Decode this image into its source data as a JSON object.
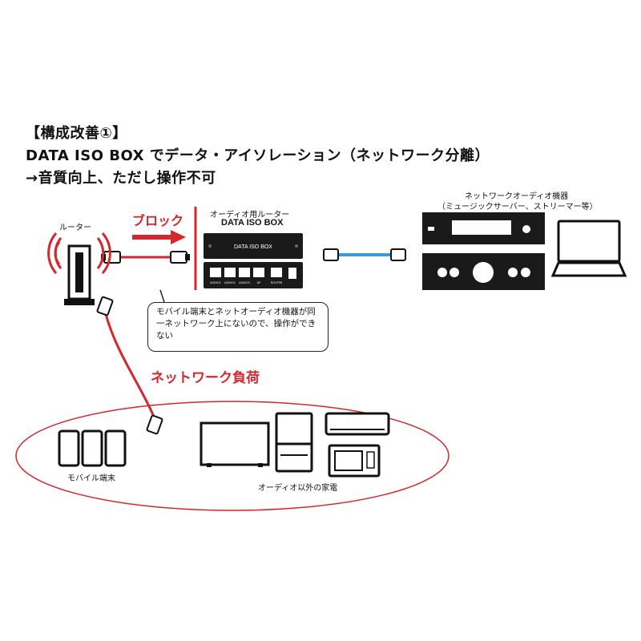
{
  "header": {
    "line1": "【構成改善①】",
    "line2": "DATA ISO BOX でデータ・アイソレーション（ネットワーク分離）",
    "line3": "→音質向上、ただし操作不可"
  },
  "router": {
    "label": "ルーター"
  },
  "block_label": "ブロック",
  "audio_router": {
    "label": "オーディオ用ルーター",
    "name": "DATA ISO BOX",
    "front_text": "DATA ISO BOX",
    "port_labels": [
      "AUDIO1",
      "AUDIO2",
      "AUDIO3",
      "AP",
      "ROUTER"
    ]
  },
  "network_audio": {
    "label": "ネットワークオーディオ機器",
    "sublabel": "（ミュージックサーバー、ストリーマー等）"
  },
  "bubble_text": "モバイル端末とネットオーディオ機器が同一ネットワーク上にないので、操作ができない",
  "network_load_label": "ネットワーク負荷",
  "mobile_label": "モバイル端末",
  "appliances_label": "オーディオ以外の家電",
  "colors": {
    "accent_red": "#d6262e",
    "cable_blue": "#3a9ad9",
    "device_black": "#1a1a1a"
  }
}
